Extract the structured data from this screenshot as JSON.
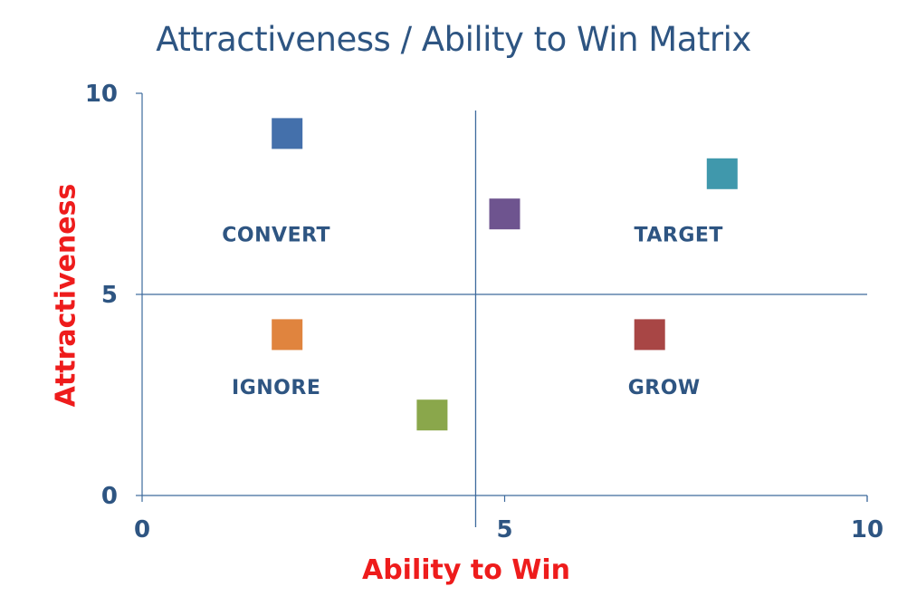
{
  "chart_data": {
    "type": "scatter",
    "title": "Attractiveness / Ability to Win Matrix",
    "xlabel": "Ability to Win",
    "ylabel": "Attractiveness",
    "xlim": [
      0,
      10
    ],
    "ylim": [
      0,
      10
    ],
    "x_ticks": [
      "0",
      "5",
      "10"
    ],
    "y_ticks": [
      "0",
      "5",
      "10"
    ],
    "grid": false,
    "marker": "square",
    "points": [
      {
        "x": 2,
        "y": 9,
        "color": "#4470ab"
      },
      {
        "x": 8,
        "y": 8,
        "color": "#4098ac"
      },
      {
        "x": 5,
        "y": 7,
        "color": "#6e548f"
      },
      {
        "x": 2,
        "y": 4,
        "color": "#e0843e"
      },
      {
        "x": 7,
        "y": 4,
        "color": "#a84645"
      },
      {
        "x": 4,
        "y": 2,
        "color": "#8aa74b"
      }
    ],
    "quadrant_divider_x": 4.6,
    "quadrant_divider_y": 5,
    "quadrant_labels": [
      {
        "text": "CONVERT",
        "x": 1.85,
        "y": 6.5
      },
      {
        "text": "TARGET",
        "x": 7.4,
        "y": 6.5
      },
      {
        "text": "IGNORE",
        "x": 1.85,
        "y": 2.7
      },
      {
        "text": "GROW",
        "x": 7.2,
        "y": 2.7
      }
    ],
    "colors": {
      "title": "#2e5582",
      "axis_title": "#ee1c1c",
      "axis_line": "#3d6a9c"
    }
  }
}
